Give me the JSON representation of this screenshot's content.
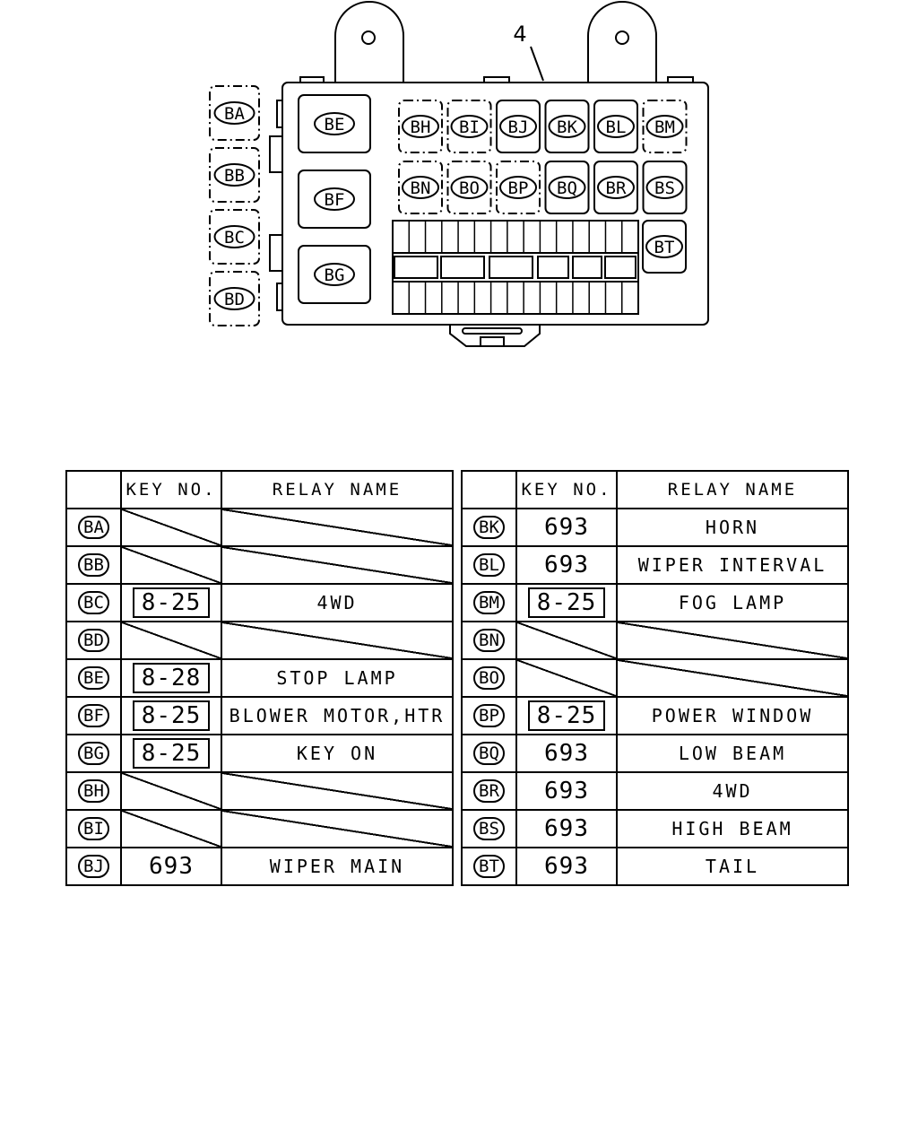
{
  "diagram": {
    "callout": "4",
    "left_column": [
      "BA",
      "BB",
      "BC",
      "BD"
    ],
    "large_relays": [
      "BE",
      "BF",
      "BG"
    ],
    "row1": [
      "BH",
      "BI",
      "BJ",
      "BK",
      "BL",
      "BM"
    ],
    "row2": [
      "BN",
      "BO",
      "BP",
      "BQ",
      "BR",
      "BS"
    ],
    "single": "BT"
  },
  "table": {
    "header": {
      "key": "KEY NO.",
      "relay": "RELAY NAME"
    },
    "left": [
      {
        "id": "BA",
        "key": "",
        "key_boxed": false,
        "name": ""
      },
      {
        "id": "BB",
        "key": "",
        "key_boxed": false,
        "name": ""
      },
      {
        "id": "BC",
        "key": "8-25",
        "key_boxed": true,
        "name": "4WD"
      },
      {
        "id": "BD",
        "key": "",
        "key_boxed": false,
        "name": ""
      },
      {
        "id": "BE",
        "key": "8-28",
        "key_boxed": true,
        "name": "STOP LAMP"
      },
      {
        "id": "BF",
        "key": "8-25",
        "key_boxed": true,
        "name": "BLOWER MOTOR,HTR"
      },
      {
        "id": "BG",
        "key": "8-25",
        "key_boxed": true,
        "name": "KEY ON"
      },
      {
        "id": "BH",
        "key": "",
        "key_boxed": false,
        "name": ""
      },
      {
        "id": "BI",
        "key": "",
        "key_boxed": false,
        "name": ""
      },
      {
        "id": "BJ",
        "key": "693",
        "key_boxed": false,
        "name": "WIPER MAIN"
      }
    ],
    "right": [
      {
        "id": "BK",
        "key": "693",
        "key_boxed": false,
        "name": "HORN"
      },
      {
        "id": "BL",
        "key": "693",
        "key_boxed": false,
        "name": "WIPER INTERVAL"
      },
      {
        "id": "BM",
        "key": "8-25",
        "key_boxed": true,
        "name": "FOG LAMP"
      },
      {
        "id": "BN",
        "key": "",
        "key_boxed": false,
        "name": ""
      },
      {
        "id": "BO",
        "key": "",
        "key_boxed": false,
        "name": ""
      },
      {
        "id": "BP",
        "key": "8-25",
        "key_boxed": true,
        "name": "POWER WINDOW"
      },
      {
        "id": "BQ",
        "key": "693",
        "key_boxed": false,
        "name": "LOW BEAM"
      },
      {
        "id": "BR",
        "key": "693",
        "key_boxed": false,
        "name": "4WD"
      },
      {
        "id": "BS",
        "key": "693",
        "key_boxed": false,
        "name": "HIGH BEAM"
      },
      {
        "id": "BT",
        "key": "693",
        "key_boxed": false,
        "name": "TAIL"
      }
    ]
  }
}
